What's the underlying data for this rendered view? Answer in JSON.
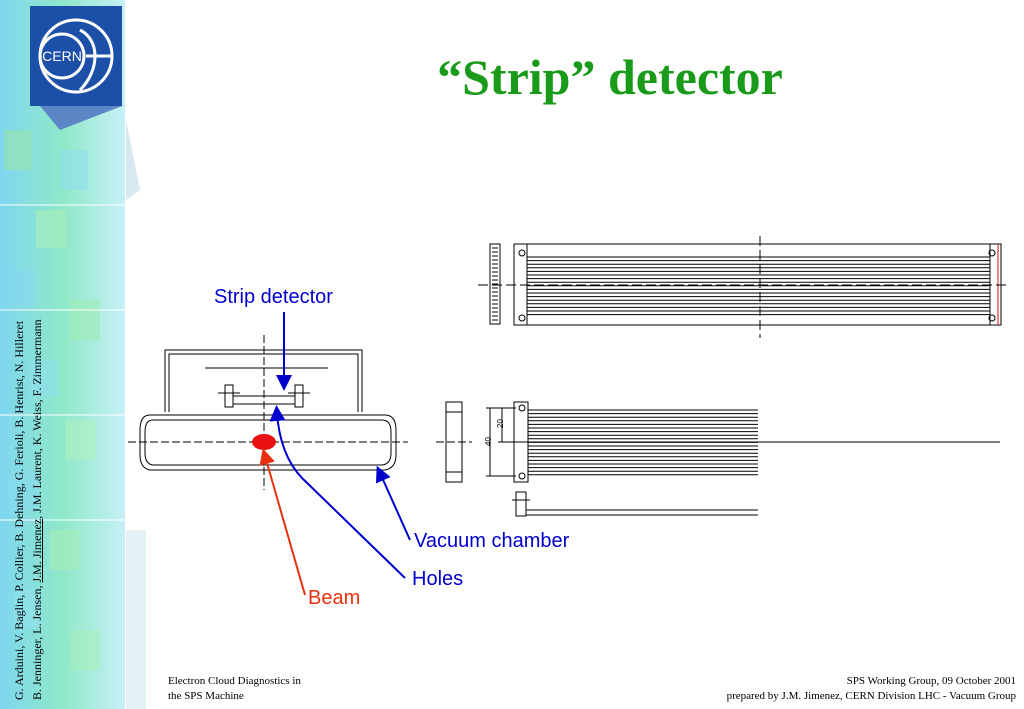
{
  "title": "“Strip” detector",
  "logo_text": "CERN",
  "authors": {
    "line1": "G. Arduini, V. Baglin, P. Collier, B. Dehning, G. Ferioli, B. Henrist, N. Hilleret",
    "line2_prefix": "B. Jenninger, L. Jensen, ",
    "line2_underlined": "J.M. Jimenez",
    "line2_suffix": ", J.M. Laurent, K. Weiss, F. Zimmermann"
  },
  "labels": {
    "strip_detector": "Strip detector",
    "vacuum_chamber": "Vacuum chamber",
    "holes": "Holes",
    "beam": "Beam"
  },
  "dimensions": {
    "d40": "40",
    "d20": "20"
  },
  "footer": {
    "left_line1": "Electron Cloud Diagnostics in",
    "left_line2": "the SPS Machine",
    "right_line1": "SPS Working Group, 09 October 2001",
    "right_line2": "prepared by J.M. Jimenez, CERN Division LHC - Vacuum Group"
  },
  "colors": {
    "title": "#1a9a1a",
    "label_blue": "#0000cc",
    "beam_red": "#e81010",
    "arrow_orange": "#e83010"
  }
}
